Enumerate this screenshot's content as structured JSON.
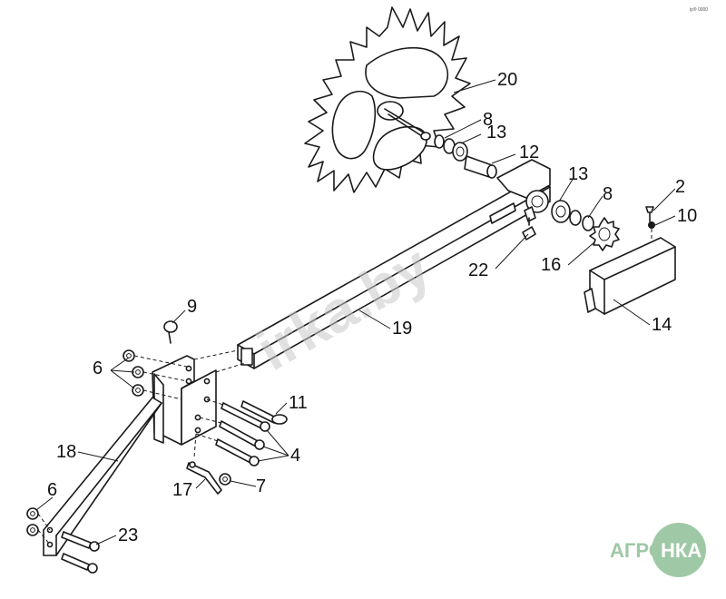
{
  "corner_text": "ip® 0000",
  "watermark": "irka.by",
  "logo": {
    "text_left": "АГРО",
    "text_right": "НКА",
    "color": "#9fc9a6"
  },
  "labels": [
    "20",
    "8",
    "13",
    "12",
    "13",
    "8",
    "2",
    "10",
    "22",
    "16",
    "14",
    "19",
    "9",
    "6",
    "11",
    "18",
    "4",
    "17",
    "7",
    "6",
    "23"
  ]
}
